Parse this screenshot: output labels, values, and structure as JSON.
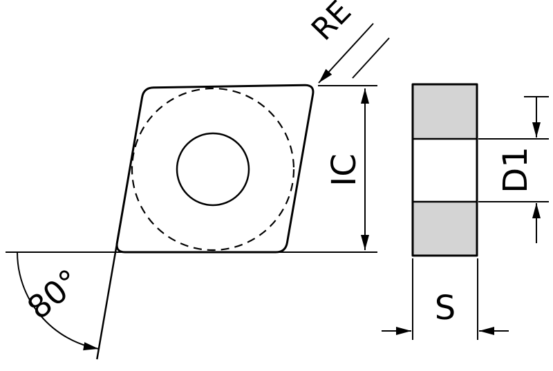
{
  "diagram": {
    "labels": {
      "corner_radius": "RE",
      "inscribed_circle": "IC",
      "hole_diameter": "D1",
      "thickness": "S",
      "corner_angle": "80°"
    },
    "colors": {
      "insert_fill": "#d4d4d4",
      "hole_fill": "#ffffff",
      "line": "#000000",
      "background": "#ffffff"
    }
  }
}
